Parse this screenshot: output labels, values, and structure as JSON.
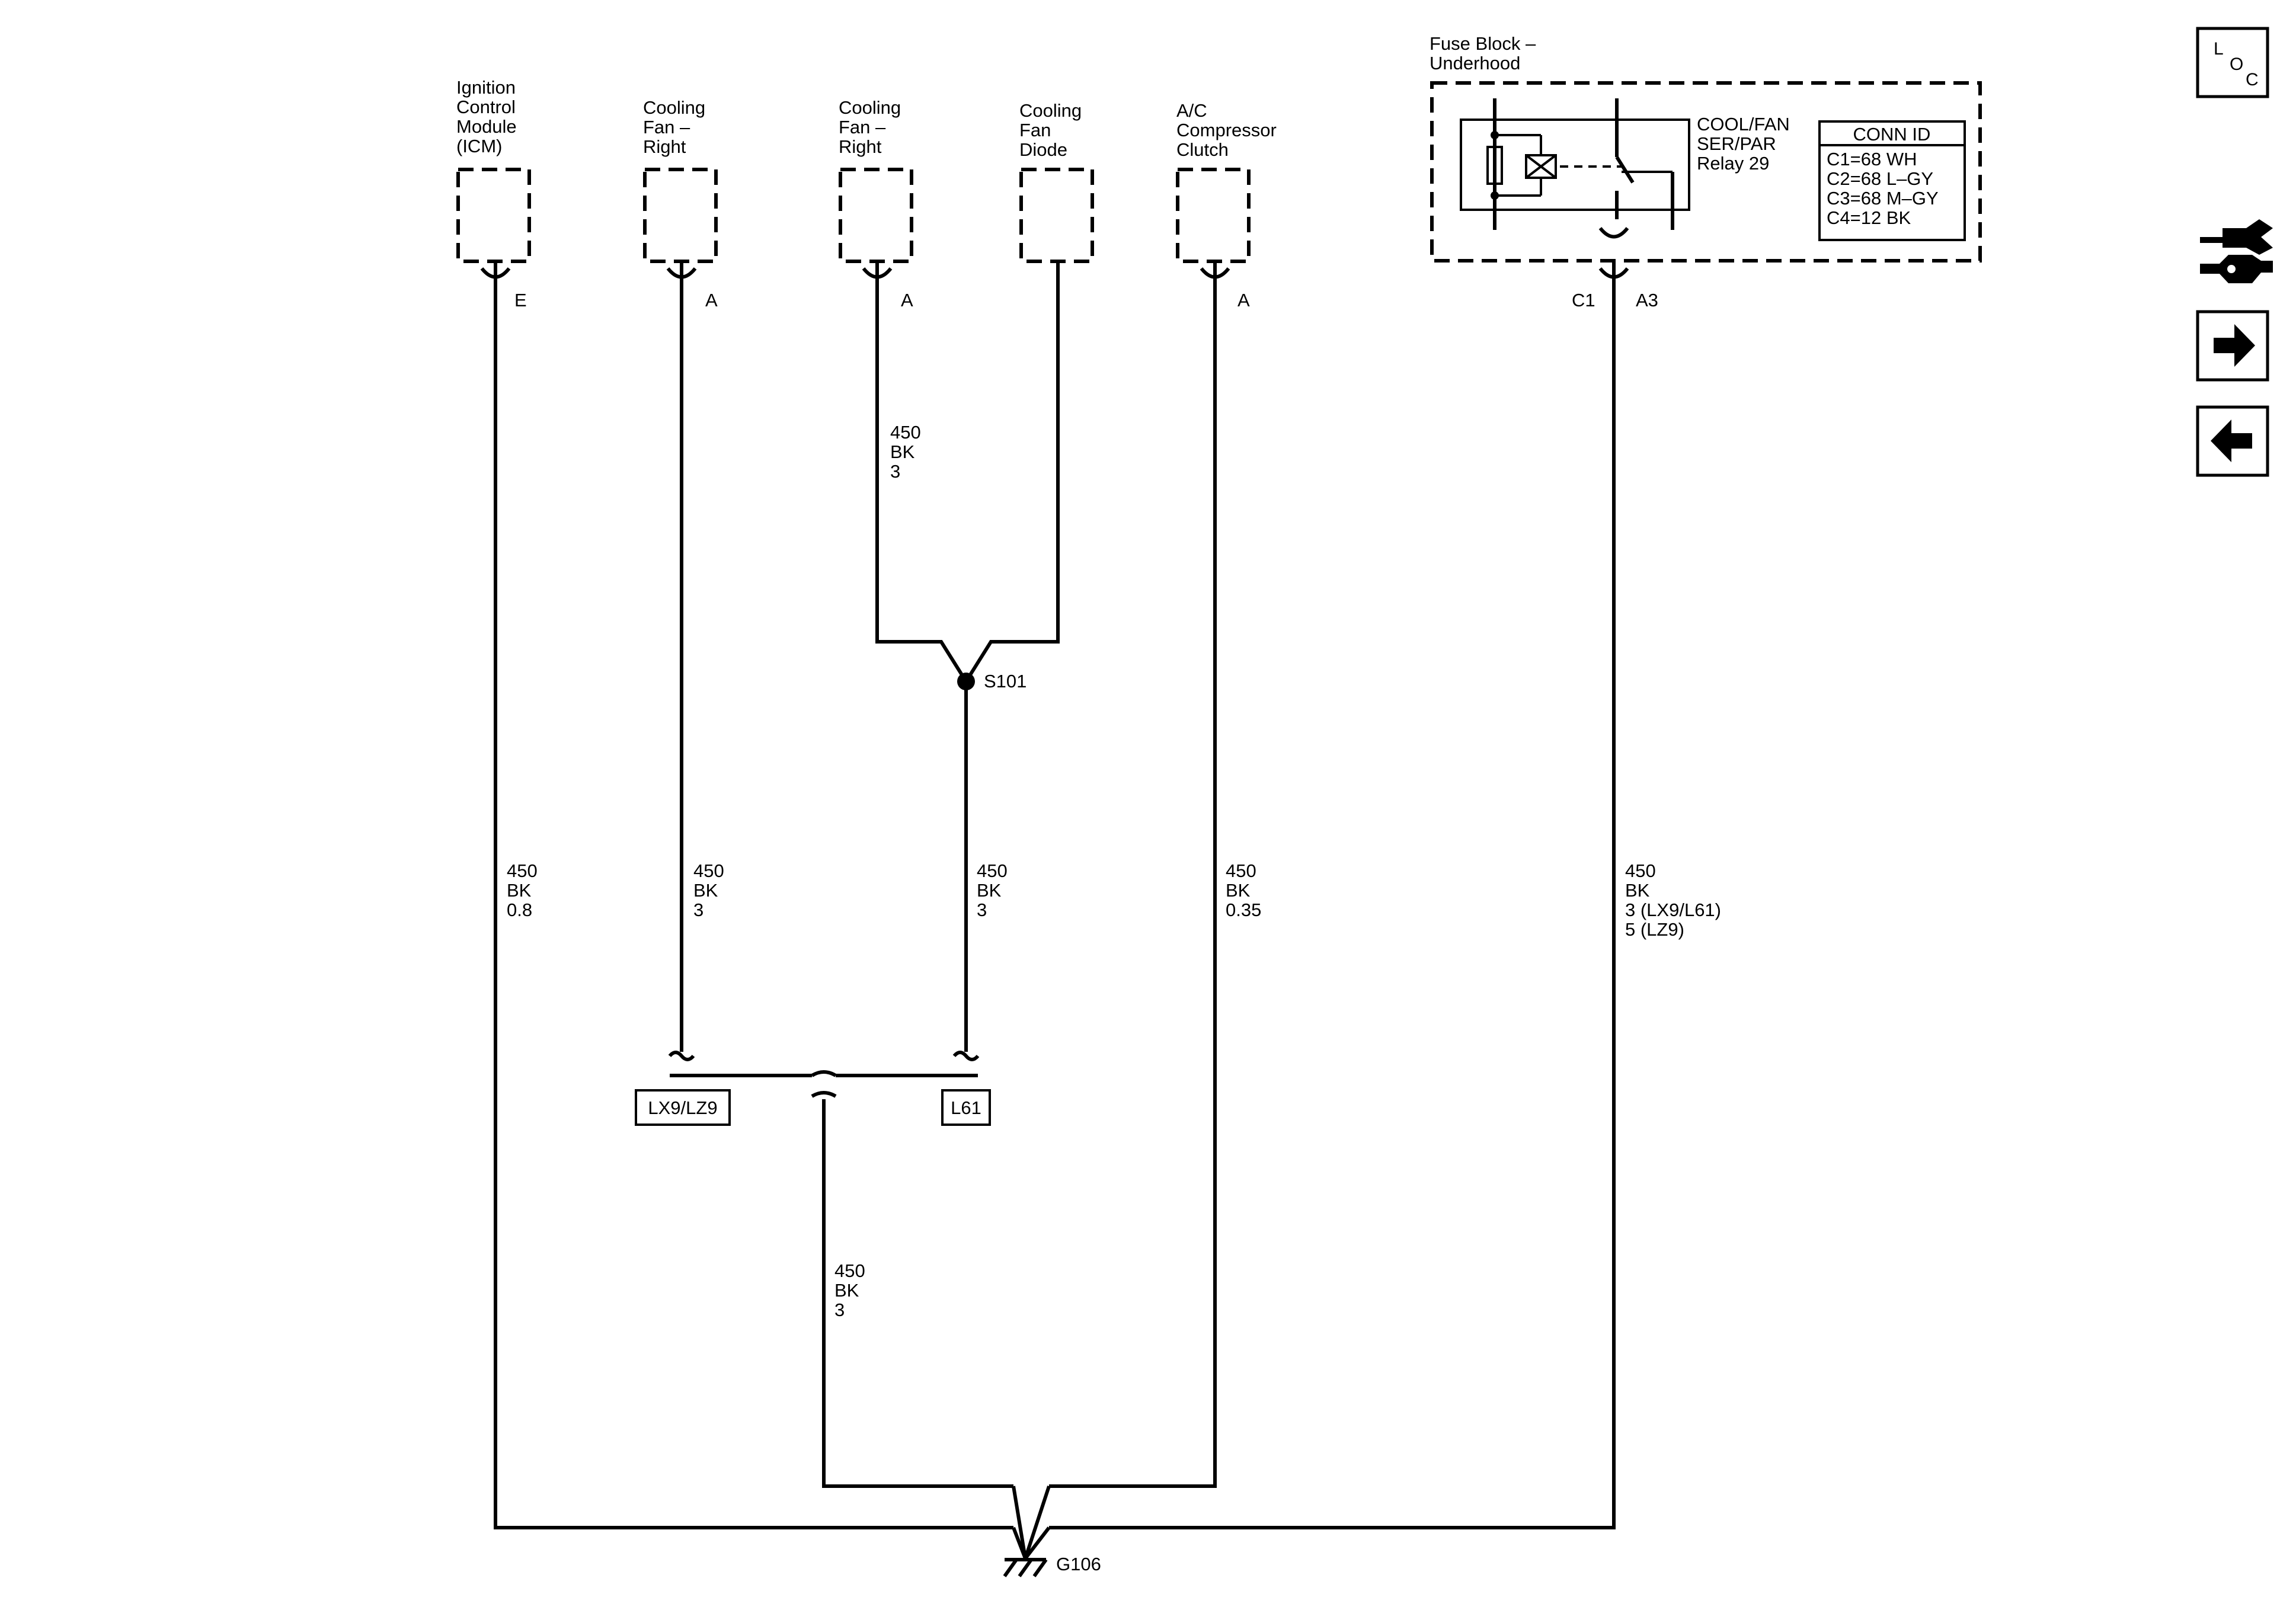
{
  "components": {
    "icm": [
      "Ignition",
      "Control",
      "Module",
      "(ICM)"
    ],
    "fan_right_1": [
      "Cooling",
      "Fan –",
      "Right"
    ],
    "fan_right_2": [
      "Cooling",
      "Fan –",
      "Right"
    ],
    "fan_diode": [
      "Cooling",
      "Fan",
      "Diode"
    ],
    "ac_clutch": [
      "A/C",
      "Compressor",
      "Clutch"
    ],
    "fuse_block": [
      "Fuse Block –",
      "Underhood"
    ],
    "relay": [
      "COOL/FAN",
      "SER/PAR",
      "Relay 29"
    ]
  },
  "conn_id": {
    "title": "CONN ID",
    "rows": [
      "C1=68 WH",
      "C2=68 L–GY",
      "C3=68 M–GY",
      "C4=12 BK"
    ]
  },
  "pins": {
    "icm": "E",
    "fan_right_1": "A",
    "fan_right_2": "A",
    "ac_clutch": "A",
    "fuse_conn": "C1",
    "fuse_pin": "A3"
  },
  "wires": {
    "icm": [
      "450",
      "BK",
      "0.8"
    ],
    "fan_right_1": [
      "450",
      "BK",
      "3"
    ],
    "fan_right_2_upper": [
      "450",
      "BK",
      "3"
    ],
    "s101_lower": [
      "450",
      "BK",
      "3"
    ],
    "ac_clutch": [
      "450",
      "BK",
      "0.35"
    ],
    "fuse_block": [
      "450",
      "BK",
      "3 (LX9/L61)",
      "5 (LZ9)"
    ],
    "common": [
      "450",
      "BK",
      "3"
    ]
  },
  "splice": "S101",
  "ground": "G106",
  "options": {
    "left": "LX9/LZ9",
    "right": "L61"
  },
  "nav": {
    "loc_letters": [
      "L",
      "O",
      "C"
    ],
    "icons": [
      "loc-icon",
      "connector-tool-icon",
      "next-arrow-icon",
      "back-arrow-icon"
    ]
  }
}
